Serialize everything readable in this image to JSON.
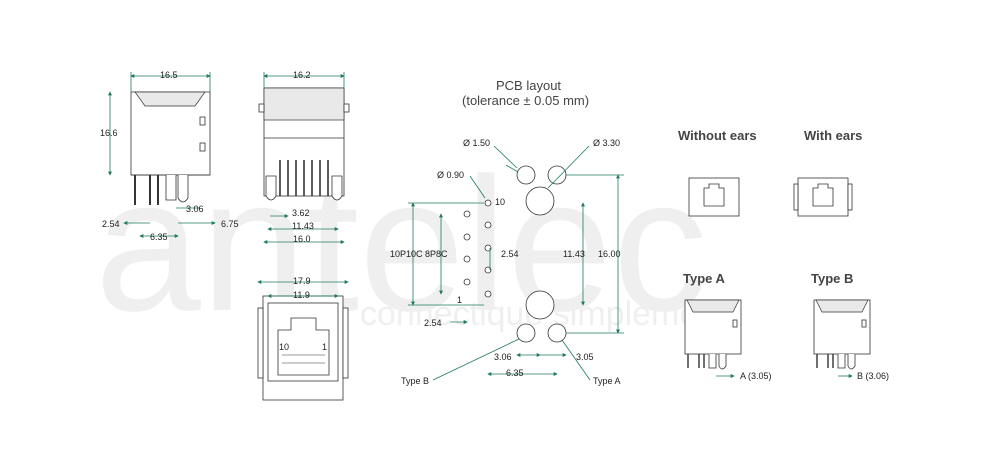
{
  "watermark": {
    "brand": "antelec",
    "tagline": "connectique simplement"
  },
  "side_view": {
    "width": "16.5",
    "height": "16.6",
    "pitch": "2.54",
    "pin_span": "6.35",
    "pin_offset": "3.06",
    "offset": "6.75"
  },
  "front_view": {
    "width": "16.2",
    "pin_spacing": "3.62",
    "pin_row": "11.43",
    "total": "16.0"
  },
  "port_view": {
    "outer": "17.9",
    "inner": "11.9",
    "pin_first": "10",
    "pin_last": "1"
  },
  "pcb": {
    "title": "PCB layout",
    "tolerance": "(tolerance ± 0.05 mm)",
    "hole_large": "Ø 1.50",
    "hole_xl": "Ø 3.30",
    "hole_small": "Ø 0.90",
    "pin_first": "10",
    "pin_last": "1",
    "config": "10P10C 8P8C",
    "pitch": "2.54",
    "row": "11.43",
    "height": "16.00",
    "bottom_pitch": "2.54",
    "ear_a": "3.06",
    "ear_b": "3.05",
    "ear_span": "6.35",
    "type_b": "Type B",
    "type_a": "Type A"
  },
  "variants": {
    "without_ears": "Without ears",
    "with_ears": "With ears",
    "type_a": "Type A",
    "type_b": "Type B",
    "type_a_dim": "A (3.05)",
    "type_b_dim": "B (3.06)"
  }
}
